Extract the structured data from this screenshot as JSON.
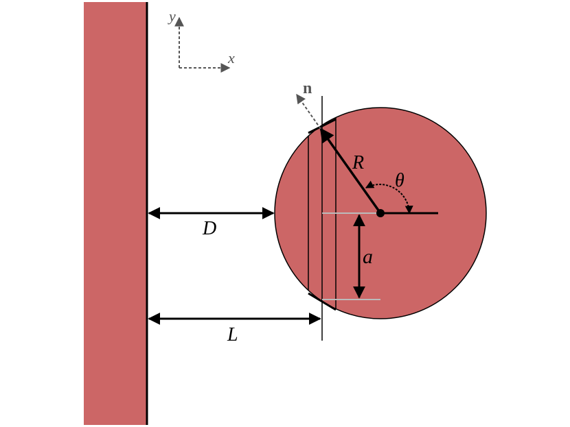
{
  "colors": {
    "fill": "#cc6666",
    "line": "#000000",
    "axis": "#555555",
    "chord": "#bbbbbb",
    "background": "#ffffff"
  },
  "axes": {
    "x_label": "x",
    "y_label": "y"
  },
  "labels": {
    "normal": "n",
    "radius": "R",
    "angle": "θ",
    "half_width": "a",
    "gap": "D",
    "distance": "L"
  }
}
